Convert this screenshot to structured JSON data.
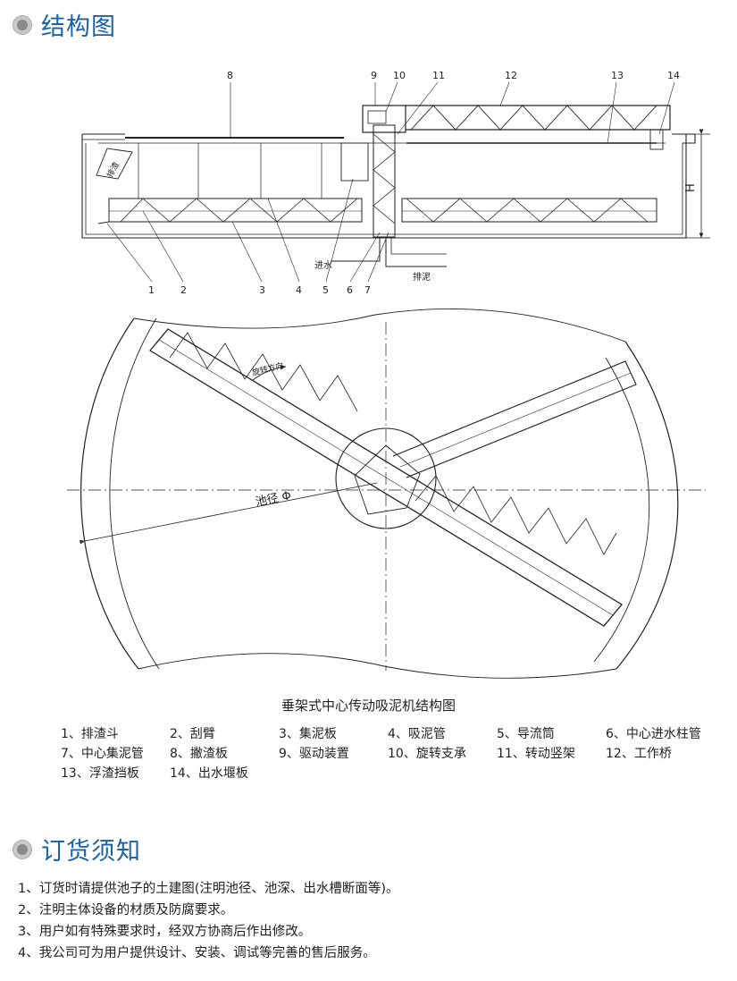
{
  "sections": {
    "structure_title": "结构图",
    "order_title": "订货须知"
  },
  "diagram": {
    "elevation_callouts": [
      "8",
      "9",
      "10",
      "11",
      "12",
      "13",
      "14"
    ],
    "bottom_callouts": [
      "1",
      "2",
      "3",
      "4",
      "5",
      "6",
      "7"
    ],
    "height_label": "H",
    "slag_label": "排渣",
    "inlet_label": "进水",
    "sludge_label": "排泥",
    "rotation_label": "旋转方向",
    "diameter_label": "池径 Φ"
  },
  "caption": "垂架式中心传动吸泥机结构图",
  "legend": [
    [
      "1、排渣斗",
      "2、刮臂",
      "3、集泥板",
      "4、吸泥管",
      "5、导流筒",
      "6、中心进水柱管"
    ],
    [
      "7、中心集泥管",
      "8、撇渣板",
      "9、驱动装置",
      "10、旋转支承",
      "11、转动竖架",
      "12、工作桥"
    ],
    [
      "13、浮渣挡板",
      "14、出水堰板"
    ]
  ],
  "notes": [
    "1、订货时请提供池子的土建图(注明池径、池深、出水槽断面等)。",
    "2、注明主体设备的材质及防腐要求。",
    "3、用户如有特殊要求时，经双方协商后作出修改。",
    "4、我公司可为用户提供设计、安装、调试等完善的售后服务。"
  ]
}
